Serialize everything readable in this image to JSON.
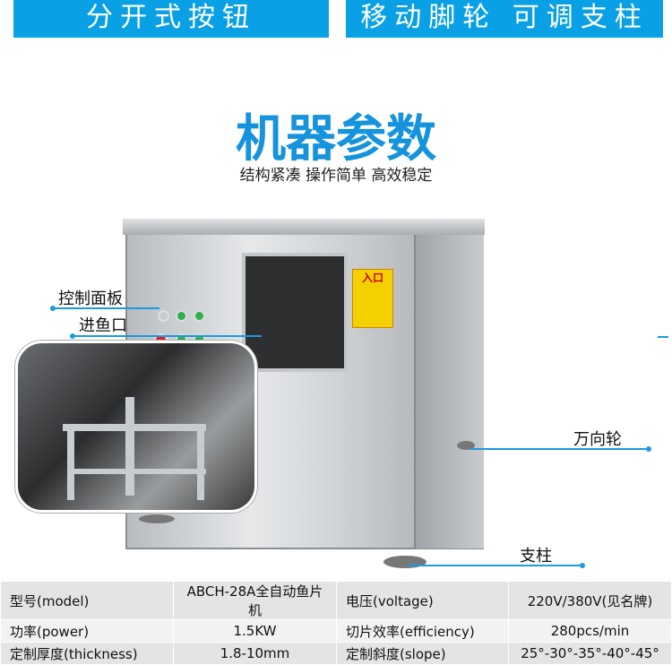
{
  "banners": [
    "分开式按钮",
    "移动脚轮 可调支柱"
  ],
  "title": "机器参数",
  "subtitle": "结构紧凑 操作简单 高效稳定",
  "machine": {
    "sign_label": "入口"
  },
  "callouts": {
    "control_panel": "控制面板",
    "fish_inlet": "进鱼口",
    "caster": "万向轮",
    "support": "支柱"
  },
  "specs": [
    [
      "型号(model)",
      "ABCH-28A全自动鱼片机",
      "电压(voltage)",
      "220V/380V(见名牌)"
    ],
    [
      "功率(power)",
      "1.5KW",
      "切片效率(efficiency)",
      "280pcs/min"
    ],
    [
      "定制厚度(thickness)",
      "1.8-10mm",
      "定制斜度(slope)",
      "25°-30°-35°-40°-45°"
    ]
  ],
  "colors": {
    "accent": "#0aa0e6",
    "title": "#1593dc"
  }
}
